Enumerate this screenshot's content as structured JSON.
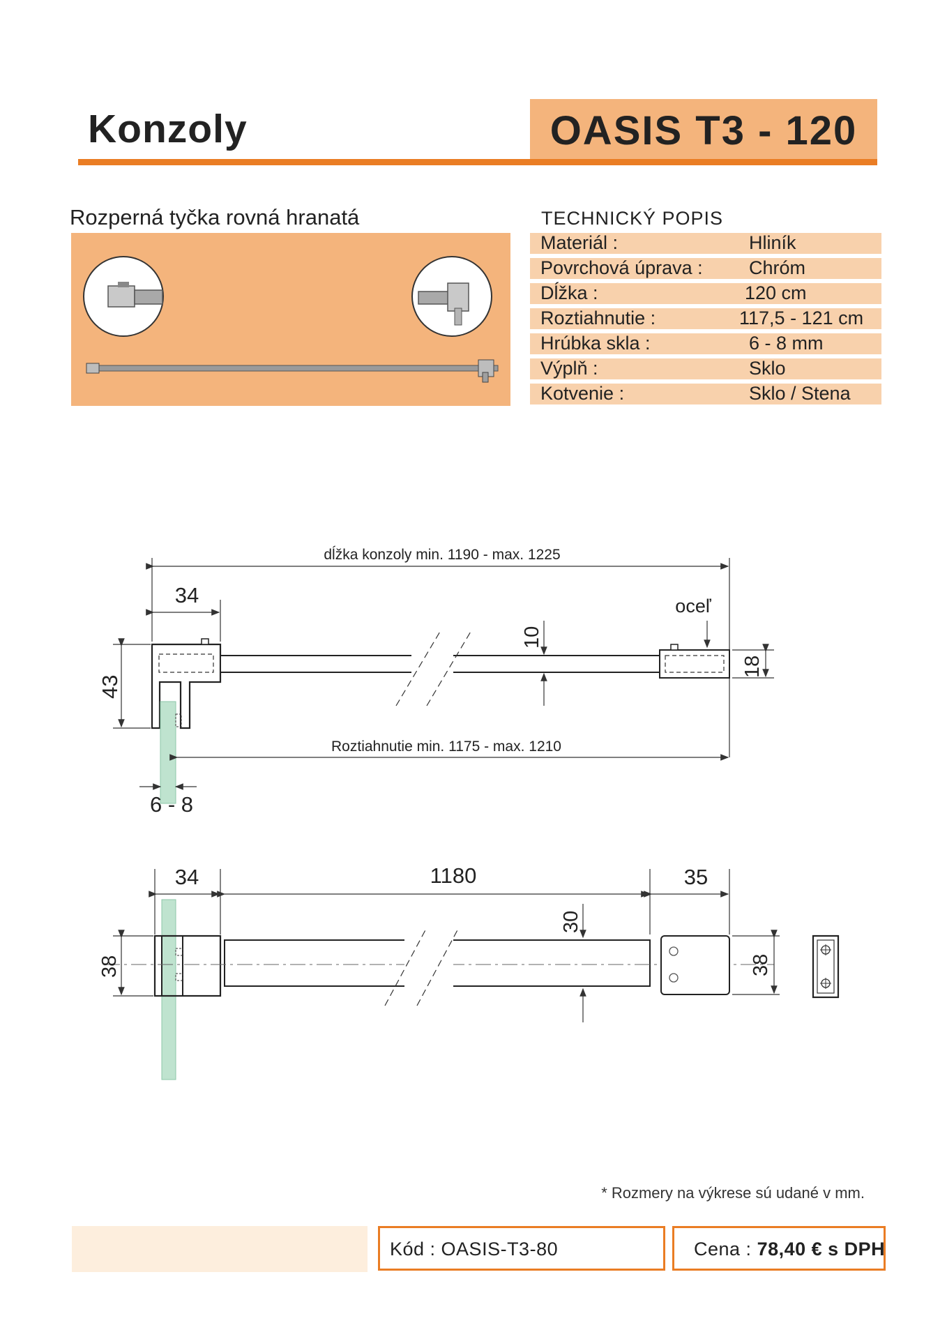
{
  "header": {
    "category": "Konzoly",
    "product": "OASIS T3 - 120"
  },
  "product_section": {
    "subtitle": "Rozperná tyčka rovná hranatá"
  },
  "tech": {
    "title": "TECHNICKÝ POPIS",
    "rows": [
      {
        "label": "Materiál :",
        "value": "Hliník"
      },
      {
        "label": "Povrchová úprava :",
        "value": "Chróm"
      },
      {
        "label": "Dĺžka :",
        "value": "120 cm"
      },
      {
        "label": "Roztiahnutie :",
        "value": "117,5 - 121 cm"
      },
      {
        "label": "Hrúbka skla :",
        "value": "6 - 8 mm"
      },
      {
        "label": "Výplň :",
        "value": "Sklo"
      },
      {
        "label": "Kotvenie :",
        "value": "Sklo / Stena"
      }
    ]
  },
  "drawing_top": {
    "length_label": "dĺžka konzoly min. 1190 -  max. 1225",
    "dim_34": "34",
    "material_label": "oceľ",
    "dim_10": "10",
    "dim_18": "18",
    "dim_43": "43",
    "extension_label": "Roztiahnutie min. 1175 - max. 1210",
    "glass_label": "6 - 8"
  },
  "drawing_bottom": {
    "dim_34": "34",
    "dim_1180": "1180",
    "dim_35": "35",
    "dim_30": "30",
    "dim_38_left": "38",
    "dim_38_right": "38"
  },
  "footer": {
    "note": "* Rozmery na výkrese sú udané v mm.",
    "code": "Kód : OASIS-T3-80",
    "price_label": "Cena : ",
    "price_value": "78,40 € s DPH"
  },
  "colors": {
    "accent": "#ea7d24",
    "light_orange": "#f4b47c",
    "row_fill": "#f8d1ac",
    "glass": "#bfe3cf"
  }
}
